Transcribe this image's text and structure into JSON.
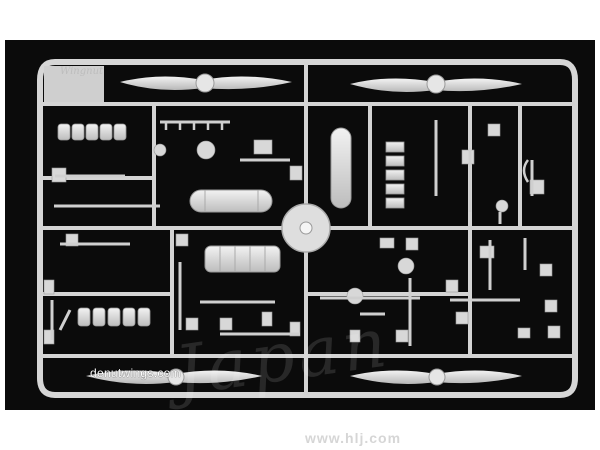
{
  "image": {
    "subject": "plastic model kit sprue",
    "background_color": "#0b0b0b",
    "plastic_color": "#d9d9d9"
  },
  "watermarks": {
    "url_text": "denutwings.com",
    "logo_text": "Japan",
    "site_text": "www.hlj.com",
    "maker_mark": "Wingnut"
  }
}
